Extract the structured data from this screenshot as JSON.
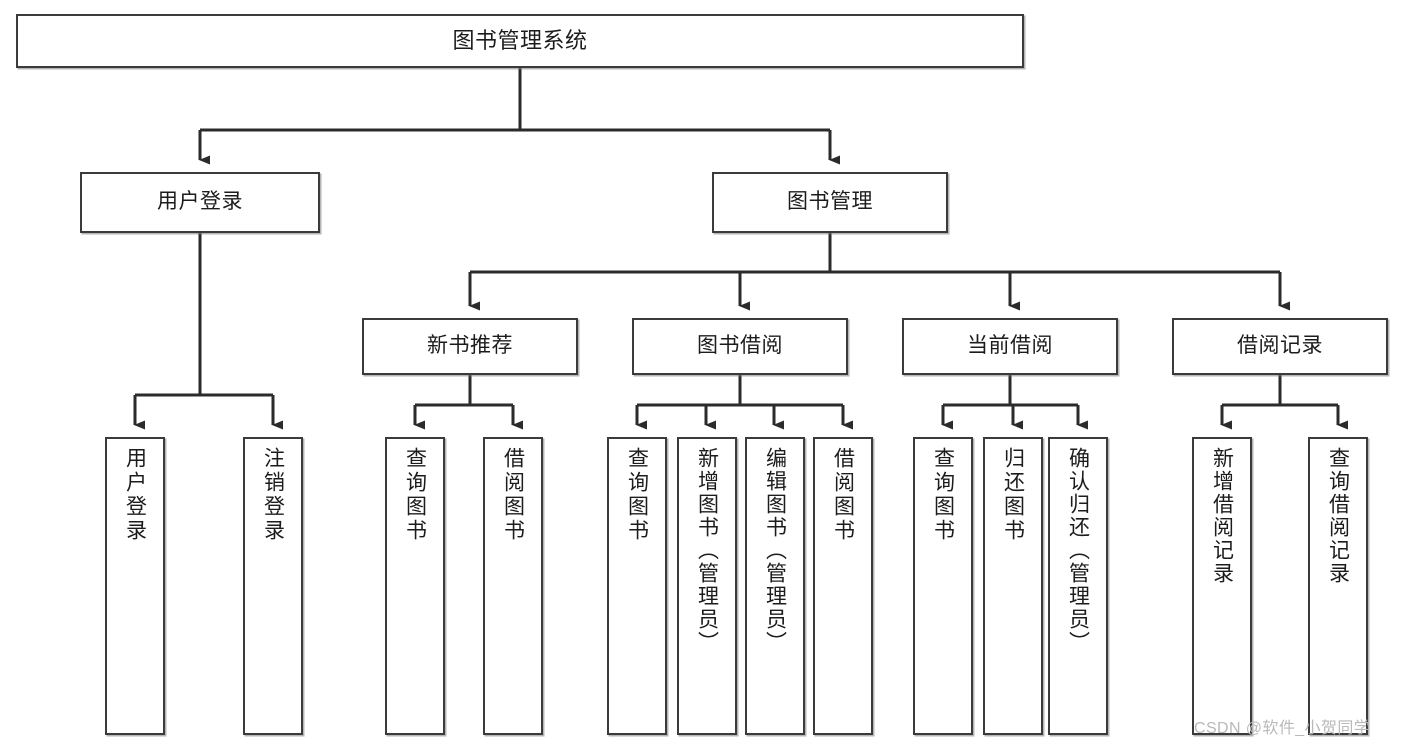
{
  "diagram": {
    "title": "图书管理系统",
    "watermark": "CSDN @软件_小贺同学",
    "colors": {
      "border": "#3b3b3b",
      "text": "#1c1c1c",
      "background": "#ffffff",
      "connector": "#2b2b2b",
      "watermark": "#b9b9b9"
    },
    "levels": {
      "root": {
        "label": "图书管理系统"
      },
      "level2": [
        {
          "id": "user-login",
          "label": "用户登录"
        },
        {
          "id": "book-management",
          "label": "图书管理"
        }
      ],
      "level3": [
        {
          "id": "new-book-recommend",
          "label": "新书推荐",
          "parent": "book-management"
        },
        {
          "id": "book-borrow",
          "label": "图书借阅",
          "parent": "book-management"
        },
        {
          "id": "current-borrow",
          "label": "当前借阅",
          "parent": "book-management"
        },
        {
          "id": "borrow-record",
          "label": "借阅记录",
          "parent": "book-management"
        }
      ],
      "leaves": [
        {
          "id": "leaf-user-login",
          "label": "用户登录",
          "parent": "user-login"
        },
        {
          "id": "leaf-logout-login",
          "label": "注销登录",
          "parent": "user-login"
        },
        {
          "id": "leaf-query-book-1",
          "label": "查询图书",
          "parent": "new-book-recommend"
        },
        {
          "id": "leaf-borrow-book-1",
          "label": "借阅图书",
          "parent": "new-book-recommend"
        },
        {
          "id": "leaf-query-book-2",
          "label": "查询图书",
          "parent": "book-borrow"
        },
        {
          "id": "leaf-add-book",
          "label": "新增图书（管理员）",
          "parent": "book-borrow"
        },
        {
          "id": "leaf-edit-book",
          "label": "编辑图书（管理员）",
          "parent": "book-borrow"
        },
        {
          "id": "leaf-borrow-book-2",
          "label": "借阅图书",
          "parent": "book-borrow"
        },
        {
          "id": "leaf-query-book-3",
          "label": "查询图书",
          "parent": "current-borrow"
        },
        {
          "id": "leaf-return-book",
          "label": "归还图书",
          "parent": "current-borrow"
        },
        {
          "id": "leaf-confirm-return",
          "label": "确认归还（管理员）",
          "parent": "current-borrow"
        },
        {
          "id": "leaf-add-record",
          "label": "新增借阅记录",
          "parent": "borrow-record"
        },
        {
          "id": "leaf-query-record",
          "label": "查询借阅记录",
          "parent": "borrow-record"
        }
      ]
    }
  }
}
